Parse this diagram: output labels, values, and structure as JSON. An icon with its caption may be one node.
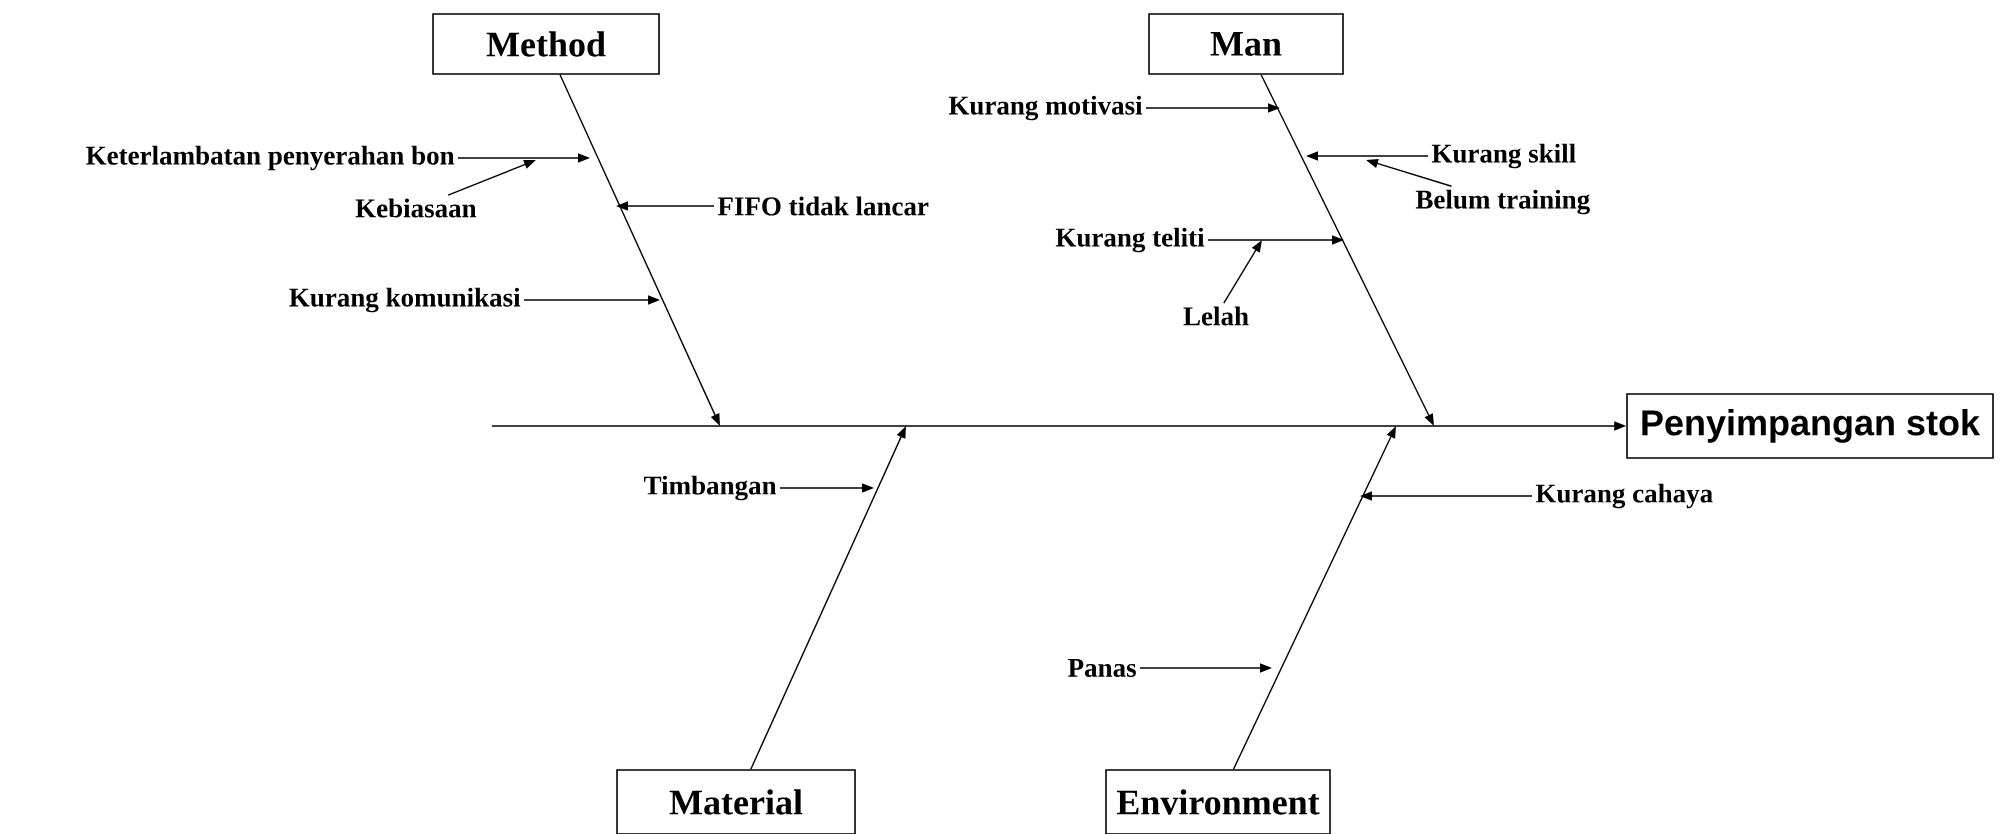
{
  "diagram": {
    "nodes": [
      {
        "text": [
          "Method"
        ]
      },
      {
        "text": [
          "Man"
        ]
      },
      {
        "text": [
          "Keterlambatan penyerahan bon"
        ]
      },
      {
        "text": [
          "Kebiasaan"
        ]
      },
      {
        "text": [
          "FIFO tidak lancar"
        ]
      },
      {
        "text": [
          "Kurang komunikasi"
        ]
      },
      {
        "text": [
          "Kurang motivasi"
        ]
      },
      {
        "text": [
          "Kurang skill"
        ]
      },
      {
        "text": [
          "Belum training"
        ]
      },
      {
        "text": [
          "Kurang teliti"
        ]
      },
      {
        "text": [
          "Lelah"
        ]
      },
      {
        "text": [
          "Penyimpangan stok"
        ]
      },
      {
        "text": [
          "Timbangan"
        ]
      },
      {
        "text": [
          "Kurang cahaya"
        ]
      },
      {
        "text": [
          "Panas"
        ]
      },
      {
        "text": [
          "Material"
        ]
      },
      {
        "text": [
          "Environment"
        ]
      }
    ],
    "edges": [
      {
        "from": 0,
        "to": null,
        "arrow": "to"
      },
      {
        "from": 1,
        "to": null,
        "arrow": "to"
      },
      {
        "from": 15,
        "to": null,
        "arrow": "to"
      },
      {
        "from": 16,
        "to": null,
        "arrow": "to"
      },
      {
        "from": null,
        "to": 11,
        "arrow": "to"
      },
      {
        "from": 2,
        "to": null,
        "arrow": "to"
      },
      {
        "from": 3,
        "to": null,
        "arrow": "to"
      },
      {
        "from": 4,
        "to": null,
        "arrow": "to"
      },
      {
        "from": 5,
        "to": null,
        "arrow": "to"
      },
      {
        "from": 6,
        "to": null,
        "arrow": "to"
      },
      {
        "from": 7,
        "to": null,
        "arrow": "to"
      },
      {
        "from": 8,
        "to": null,
        "arrow": "to"
      },
      {
        "from": 9,
        "to": null,
        "arrow": "to"
      },
      {
        "from": 10,
        "to": null,
        "arrow": "to"
      },
      {
        "from": 12,
        "to": null,
        "arrow": "to"
      },
      {
        "from": 13,
        "to": null,
        "arrow": "to"
      },
      {
        "from": 14,
        "to": null,
        "arrow": "to"
      }
    ]
  }
}
